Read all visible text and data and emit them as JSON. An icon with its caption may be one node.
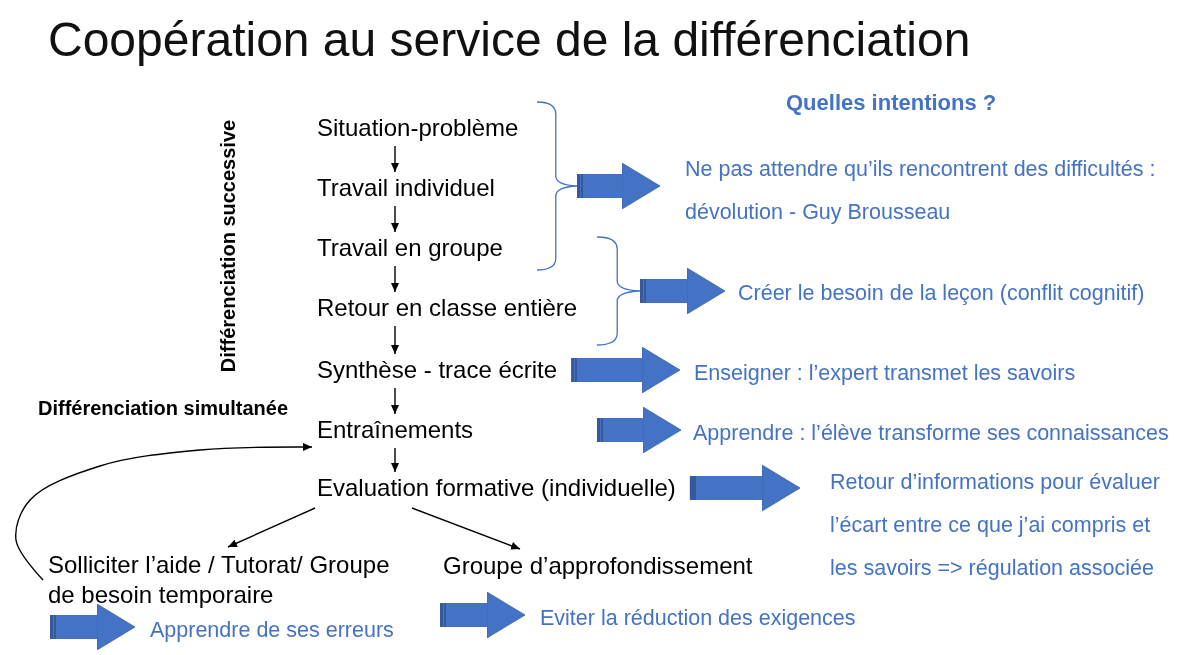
{
  "diagram": {
    "title": "Coopération au service de la différenciation",
    "nodes": [
      {
        "text": [
          "Situation-problème"
        ]
      },
      {
        "text": [
          "Travail individuel"
        ]
      },
      {
        "text": [
          "Travail en groupe"
        ]
      },
      {
        "text": [
          "Retour en classe entière"
        ]
      },
      {
        "text": [
          "Synthèse - trace écrite"
        ]
      },
      {
        "text": [
          "Entraînements"
        ]
      },
      {
        "text": [
          "Evaluation formative (individuelle)"
        ]
      },
      {
        "text": [
          "Solliciter l’aide / Tutorat/ Groupe de besoin temporaire"
        ]
      },
      {
        "text": [
          "Groupe d’approfondissement"
        ]
      },
      {
        "text": [
          "Ne pas attendre qu’ils rencontrent des difficultés : dévolution - Guy Brousseau"
        ]
      },
      {
        "text": [
          "Créer le besoin de la leçon (conflit cognitif)"
        ]
      },
      {
        "text": [
          "Enseigner : l’expert transmet les savoirs"
        ]
      },
      {
        "text": [
          "Apprendre : l’élève transforme ses connaissances"
        ]
      },
      {
        "text": [
          "Retour d’informations pour évaluer l’écart entre ce que j’ai compris et les savoirs => régulation associée"
        ]
      },
      {
        "text": [
          "Apprendre de ses erreurs"
        ]
      },
      {
        "text": [
          "Eviter la réduction des exigences"
        ]
      },
      {
        "text": [],
        "shape": "brace"
      },
      {
        "text": [],
        "shape": "brace"
      }
    ],
    "edges": [
      {
        "from": 0,
        "to": 1,
        "arrow": "to"
      },
      {
        "from": 1,
        "to": 2,
        "arrow": "to"
      },
      {
        "from": 2,
        "to": 3,
        "arrow": "to"
      },
      {
        "from": 3,
        "to": 4,
        "arrow": "to"
      },
      {
        "from": 4,
        "to": 5,
        "arrow": "to"
      },
      {
        "from": 5,
        "to": 6,
        "arrow": "to"
      },
      {
        "from": 6,
        "to": 7,
        "arrow": "to"
      },
      {
        "from": 6,
        "to": 8,
        "arrow": "to"
      },
      {
        "from": 7,
        "to": 5,
        "arrow": "to"
      },
      {
        "from": 16,
        "to": 9,
        "arrow": "to",
        "style": "thick",
        "color": "#4472c4"
      },
      {
        "from": 17,
        "to": 10,
        "arrow": "to",
        "style": "thick",
        "color": "#4472c4"
      },
      {
        "from": 4,
        "to": 11,
        "arrow": "to",
        "style": "thick",
        "color": "#4472c4"
      },
      {
        "from": null,
        "to": 12,
        "arrow": "to",
        "style": "thick",
        "color": "#4472c4"
      },
      {
        "from": 6,
        "to": 13,
        "arrow": "to",
        "style": "thick",
        "color": "#4472c4"
      },
      {
        "from": 7,
        "to": 14,
        "arrow": "to",
        "style": "thick",
        "color": "#4472c4"
      },
      {
        "from": null,
        "to": 15,
        "arrow": "to",
        "style": "thick",
        "color": "#4472c4"
      }
    ],
    "labels": [
      "Quelles intentions ?",
      "Différenciation successive",
      "Différenciation simultanée"
    ]
  }
}
